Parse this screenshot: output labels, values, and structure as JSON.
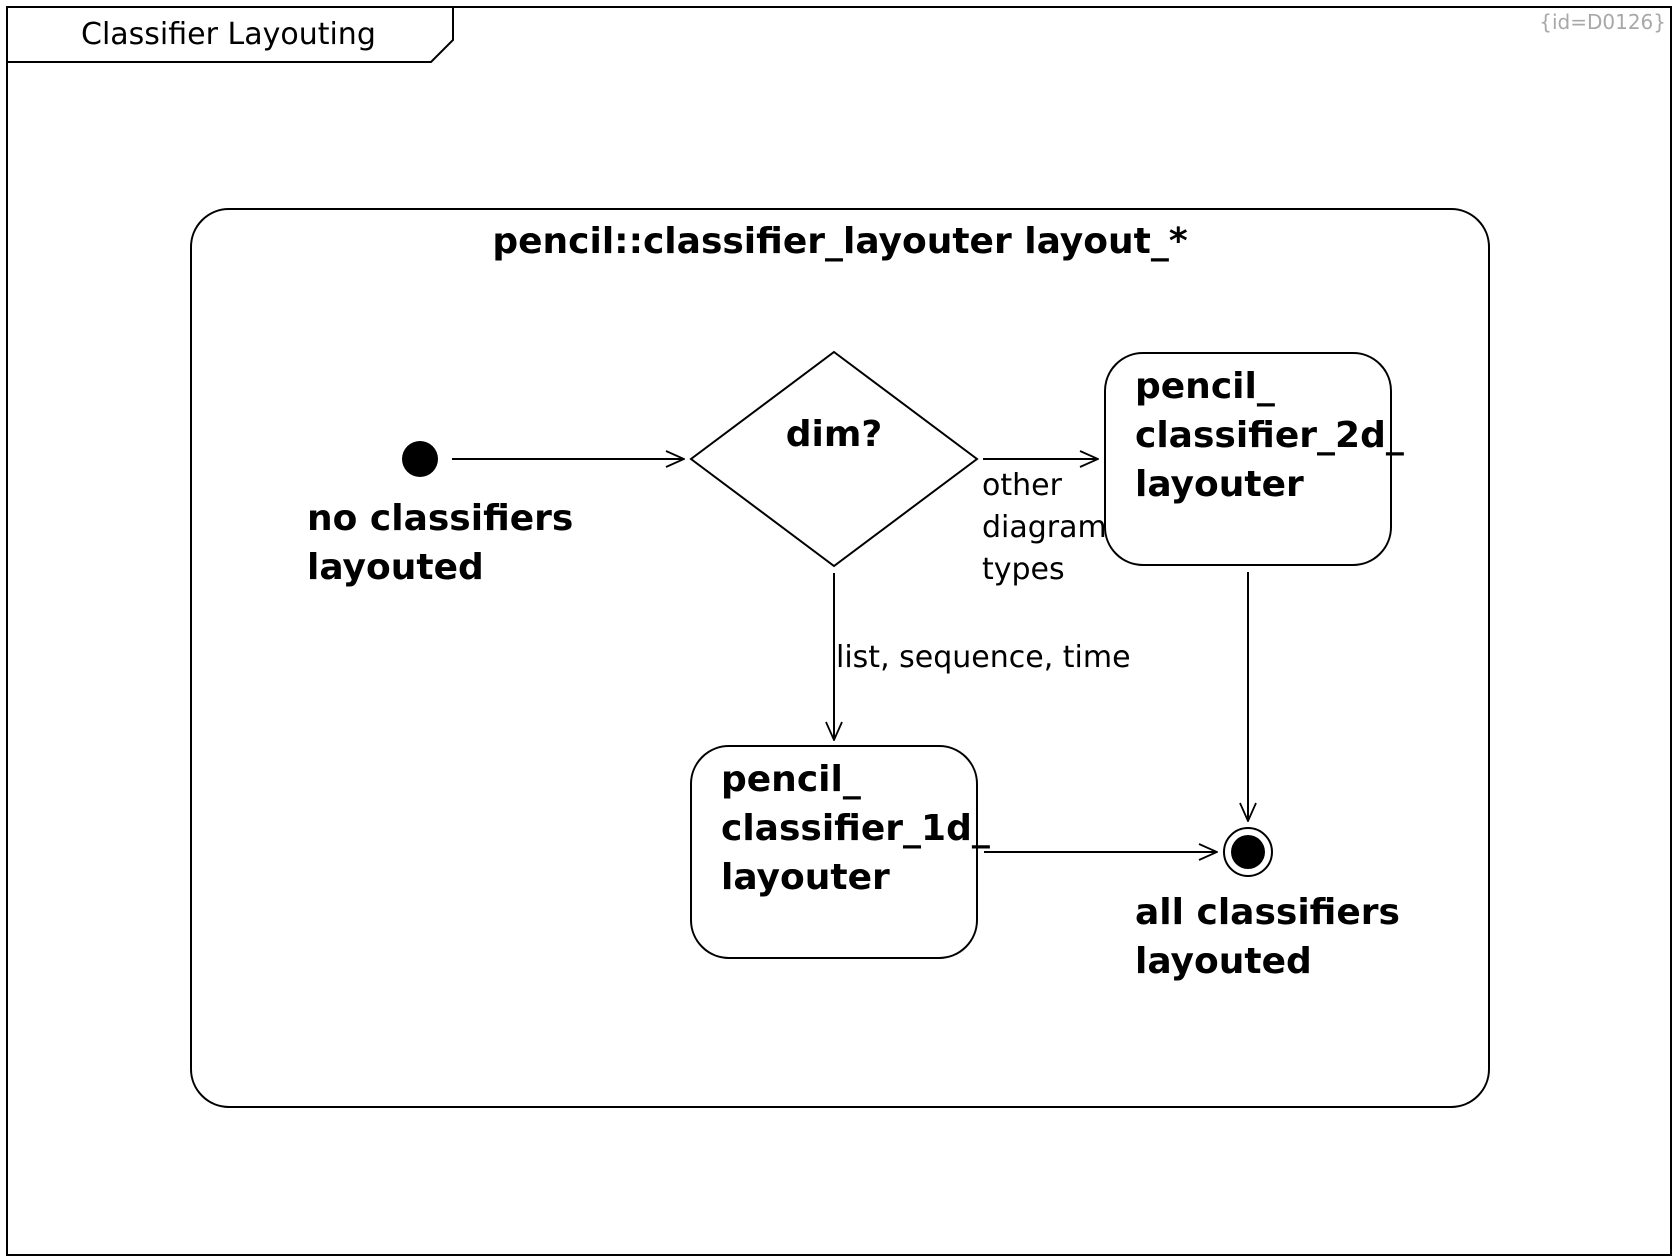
{
  "frame": {
    "title": "Classifier Layouting",
    "id_label": "{id=D0126}"
  },
  "region": {
    "title": "pencil::classifier_layouter layout_*"
  },
  "initial": {
    "label": "no classifiers\nlayouted"
  },
  "decision": {
    "label": "dim?"
  },
  "layouter_2d": {
    "label": "pencil_\nclassifier_2d_\nlayouter"
  },
  "layouter_1d": {
    "label": "pencil_\nclassifier_1d_\nlayouter"
  },
  "final": {
    "label": "all classifiers\nlayouted"
  },
  "edges": {
    "to_2d": "other\ndiagram\ntypes",
    "to_1d": "list, sequence, time"
  }
}
